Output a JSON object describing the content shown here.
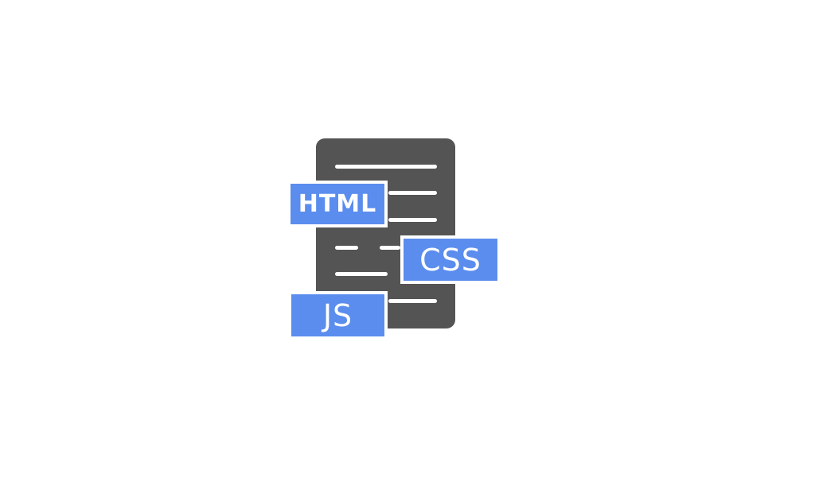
{
  "icon": {
    "name": "web-code-document",
    "colors": {
      "document": "#545454",
      "tag": "#5B8DEE",
      "text": "#ffffff",
      "background": "#ffffff"
    },
    "tags": [
      {
        "label": "HTML"
      },
      {
        "label": "CSS"
      },
      {
        "label": "JS"
      }
    ]
  }
}
